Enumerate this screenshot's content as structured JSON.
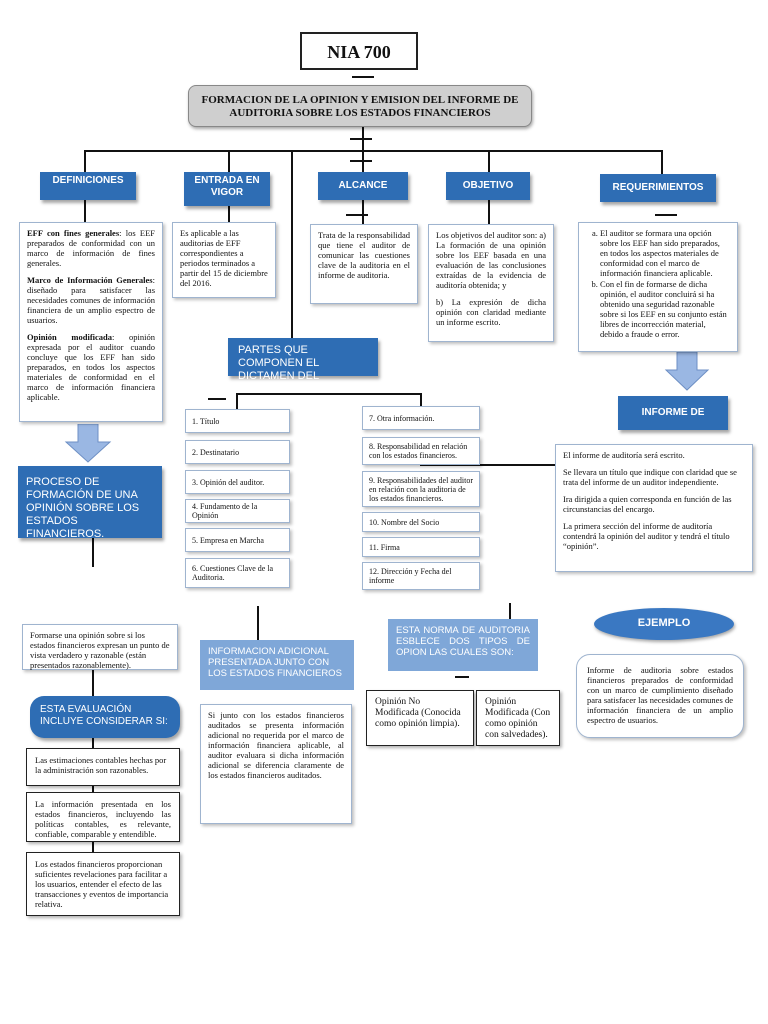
{
  "title": "NIA 700",
  "main_title": "FORMACION DE LA OPINION Y EMISION DEL INFORME DE AUDITORIA SOBRE LOS ESTADOS FINANCIEROS",
  "headers": {
    "definiciones": "DEFINICIONES",
    "entrada": "ENTRADA EN VIGOR",
    "alcance": "ALCANCE",
    "objetivo": "OBJETIVO",
    "requerimientos": "REQUERIMIENTOS"
  },
  "definiciones": {
    "d1_term": "EFF con fines generales",
    "d1_text": ": los EEF preparados de conformidad con un marco de información de fines generales.",
    "d2_term": "Marco de Información Generales",
    "d2_text": ": diseñado para satisfacer las necesidades comunes de información financiera de un amplio espectro de usuarios.",
    "d3_term": "Opinión modificada",
    "d3_text": ": opinión expresada por el auditor cuando concluye que los EFF han sido preparados, en todos los aspectos materiales de conformidad en el marco de información financiera aplicable."
  },
  "entrada_text": "Es aplicable a las auditorias de EFF correspondientes a periodos terminados a partir del 15 de diciembre del 2016.",
  "alcance_text": "Trata de la responsabilidad que tiene el auditor de comunicar las cuestiones clave de la auditoria en el informe de auditoria.",
  "objetivo": {
    "p1": "Los objetivos del auditor son: a) La formación de una opinión sobre los EEF basada en una evaluación de las conclusiones extraídas de la evidencia de auditoría obtenida; y",
    "p2": "b) La expresión de dicha opinión con claridad mediante un informe escrito."
  },
  "requerimientos": {
    "a": "El auditor se formara una opción sobre los EEF han sido preparados, en todos los aspectos materiales de conformidad con el marco de información financiera aplicable.",
    "b": "Con el fin de formarse de dicha opinión, el auditor concluirá si ha obtenido una seguridad razonable sobre si los EEF en su conjunto están libres de incorrección material, debido a fraude o error."
  },
  "partes_title": "PARTES QUE COMPONEN EL DICTAMEN DEL AUDITOR:",
  "partes_left": [
    "1. Título",
    "2. Destinatario",
    "3. Opinión del auditor.",
    "4. Fundamento de la Opinión",
    "5. Empresa en Marcha",
    "6. Cuestiones Clave de la Auditoria."
  ],
  "partes_right": [
    "7. Otra información.",
    "8. Responsabilidad en relación con los estados financieros.",
    "9. Responsabilidades del auditor en relación con la auditoria de los estados financieros.",
    "10. Nombre del Socio",
    "11. Firma",
    "12. Dirección y Fecha del informe"
  ],
  "informe_title": "INFORME DE AUDITORIA",
  "informe": [
    "El informe de auditoría será escrito.",
    "Se llevara un título que indique con claridad que se trata del informe de un auditor independiente.",
    "Ira dirigida a quien corresponda en función de las circunstancias del encargo.",
    "La primera sección del informe de auditoría contendrá la opinión del auditor y tendrá el título “opinión”."
  ],
  "proceso_title": "PROCESO DE FORMACIÓN DE UNA OPINIÓN SOBRE LOS ESTADOS FINANCIEROS.",
  "proceso_text": "Formarse una opinión sobre si los estados financieros expresan un punto de vista verdadero y razonable (están presentados razonablemente).",
  "evaluacion_title": "ESTA EVALUACIÓN INCLUYE CONSIDERAR SI:",
  "evaluacion": [
    "Las estimaciones contables hechas por la administración son razonables.",
    "La información presentada en los estados financieros, incluyendo las políticas contables, es relevante, confiable, comparable y entendible.",
    "Los estados financieros proporcionan suficientes revelaciones para facilitar a los usuarios, entender el efecto de las transacciones y eventos de importancia relativa."
  ],
  "adicional_title": "INFORMACION ADICIONAL PRESENTADA JUNTO CON LOS ESTADOS FINANCIEROS",
  "adicional_text": "Si junto con los estados financieros auditados se presenta información adicional no requerida por el marco de información financiera aplicable, al auditor evaluara si dicha información adicional se diferencia claramente de los estados financieros auditados.",
  "tipos_title": "ESTA NORMA DE AUDITORIA ESBLECE DOS TIPOS DE OPION LAS CUALES SON:",
  "opinion_no_mod": "Opinión No Modificada (Conocida como opinión limpia).",
  "opinion_mod": "Opinión Modificada (Con como opinión con salvedades).",
  "ejemplo_title": "EJEMPLO",
  "ejemplo_text": "Informe de auditoria sobre estados financieros preparados de conformidad con un marco de cumplimiento diseñado para satisfacer las necesidades comunes de información financiera de un amplio espectro de usuarios."
}
